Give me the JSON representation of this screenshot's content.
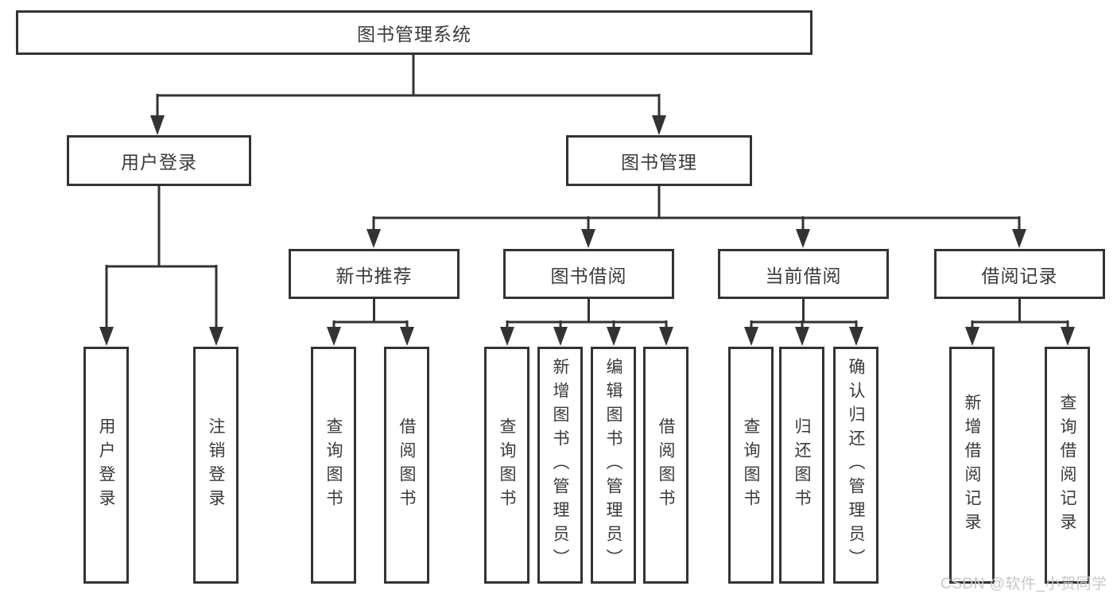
{
  "tree": {
    "root": {
      "label": "图书管理系统"
    },
    "level2": [
      {
        "label": "用户登录"
      },
      {
        "label": "图书管理"
      }
    ],
    "level3": [
      {
        "label": "新书推荐"
      },
      {
        "label": "图书借阅"
      },
      {
        "label": "当前借阅"
      },
      {
        "label": "借阅记录"
      }
    ],
    "leaves": [
      {
        "label": "用户登录"
      },
      {
        "label": "注销登录"
      },
      {
        "label": "查询图书"
      },
      {
        "label": "借阅图书"
      },
      {
        "label": "查询图书"
      },
      {
        "label": "新增图书（管理员）"
      },
      {
        "label": "编辑图书（管理员）"
      },
      {
        "label": "借阅图书"
      },
      {
        "label": "查询图书"
      },
      {
        "label": "归还图书"
      },
      {
        "label": "确认归还（管理员）"
      },
      {
        "label": "新增借阅记录"
      },
      {
        "label": "查询借阅记录"
      }
    ]
  },
  "watermark": {
    "text": "CSDN @软件_小贺同学"
  },
  "colors": {
    "line": "#333333",
    "text": "#3a3a3a",
    "background": "#ffffff",
    "watermark": "#c8c8c8"
  }
}
